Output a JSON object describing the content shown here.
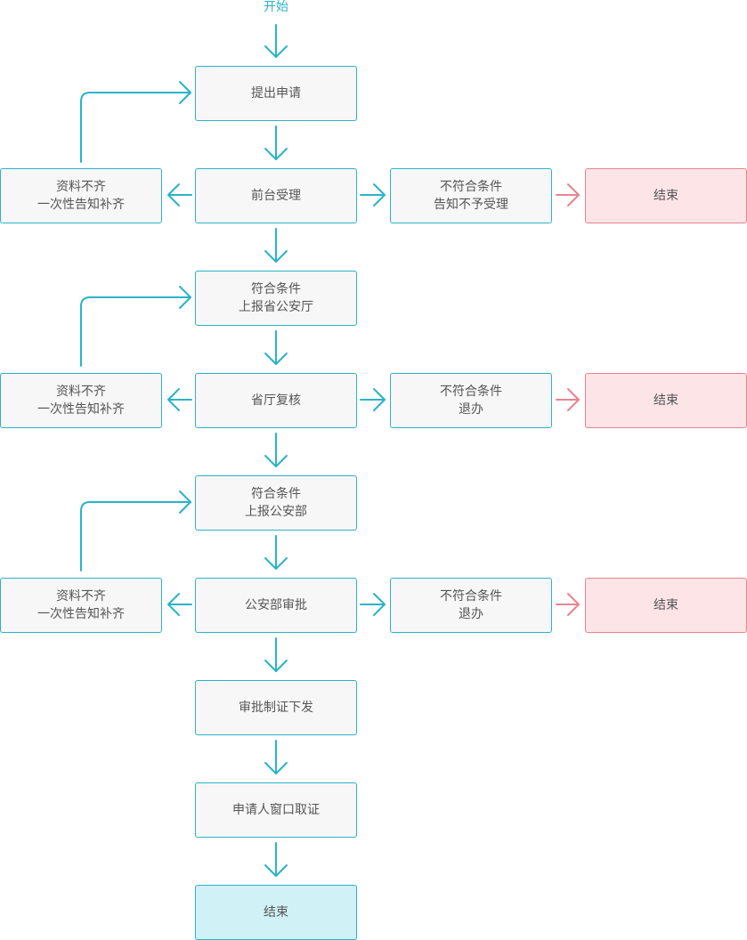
{
  "start_label": "开始",
  "colors": {
    "accent": "#2ab3c9",
    "reject": "#e8848e",
    "box_fill": "#f7f7f7",
    "reject_fill": "#fde4e7",
    "final_fill": "#d0f2f7",
    "text": "#555555"
  },
  "main": {
    "submit": [
      "提出申请"
    ],
    "front_desk": [
      "前台受理"
    ],
    "report_province": [
      "符合条件",
      "上报省公安厅"
    ],
    "province_review": [
      "省厅复核"
    ],
    "report_ministry": [
      "符合条件",
      "上报公安部"
    ],
    "ministry_approve": [
      "公安部审批"
    ],
    "issue": [
      "审批制证下发"
    ],
    "pickup": [
      "申请人窗口取证"
    ],
    "final_end": [
      "结束"
    ]
  },
  "left": {
    "supplement_1": [
      "资料不齐",
      "一次性告知补齐"
    ],
    "supplement_2": [
      "资料不齐",
      "一次性告知补齐"
    ],
    "supplement_3": [
      "资料不齐",
      "一次性告知补齐"
    ]
  },
  "right": {
    "reject_1": [
      "不符合条件",
      "告知不予受理"
    ],
    "reject_2": [
      "不符合条件",
      "退办"
    ],
    "reject_3": [
      "不符合条件",
      "退办"
    ]
  },
  "ends": {
    "end_1": [
      "结束"
    ],
    "end_2": [
      "结束"
    ],
    "end_3": [
      "结束"
    ]
  }
}
